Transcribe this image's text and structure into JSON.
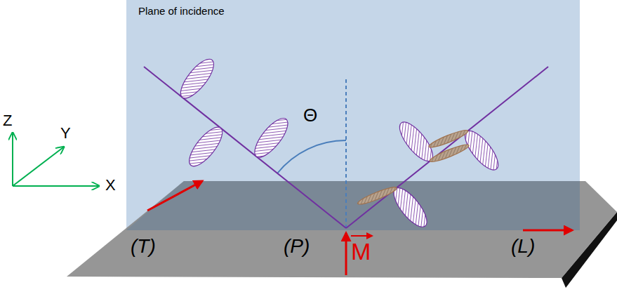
{
  "diagram": {
    "labels": [
      "Plane of incidence",
      "Z",
      "Y",
      "X",
      "Θ",
      "(T)",
      "(P)",
      "M",
      "(L)"
    ]
  }
}
